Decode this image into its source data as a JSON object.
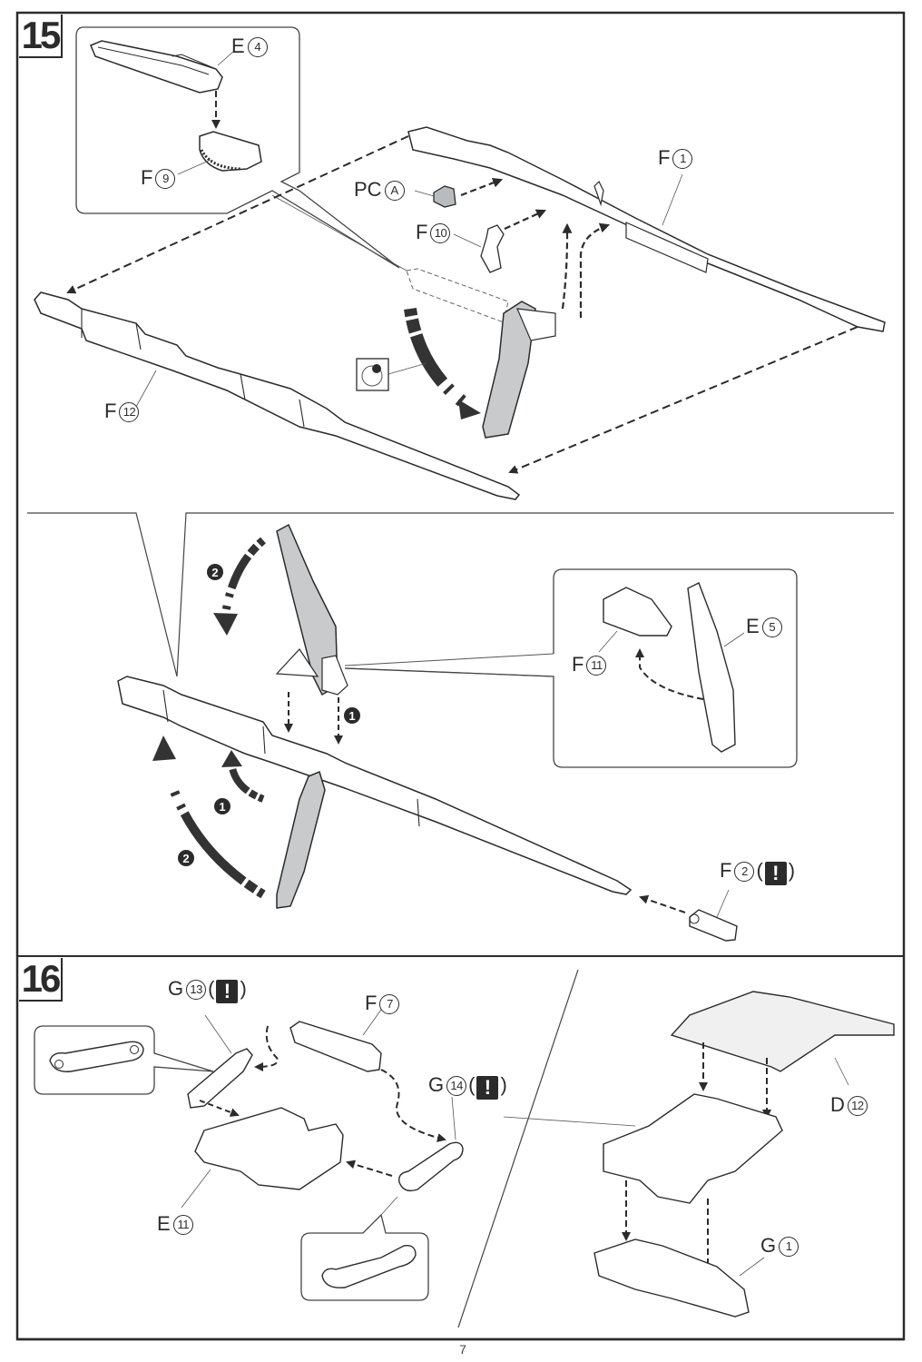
{
  "page": {
    "page_number": "7",
    "colors": {
      "line": "#2b2b2b",
      "gray_part": "#c8cacb",
      "arrow": "#333333",
      "background": "#ffffff"
    }
  },
  "steps": [
    {
      "number": "15",
      "callout_top": {
        "parts": [
          {
            "runner": "E",
            "num": "4"
          },
          {
            "runner": "F",
            "num": "9"
          }
        ]
      },
      "parts": [
        {
          "runner": "PC",
          "num": "A"
        },
        {
          "runner": "F",
          "num": "10"
        },
        {
          "runner": "F",
          "num": "1"
        },
        {
          "runner": "F",
          "num": "12"
        }
      ],
      "rotate_icon": "rotate-symbol-icon",
      "sub_assembly": {
        "markers": [
          "1",
          "2"
        ],
        "callout": {
          "parts": [
            {
              "runner": "F",
              "num": "11"
            },
            {
              "runner": "E",
              "num": "5"
            }
          ]
        },
        "parts": [
          {
            "runner": "F",
            "num": "2",
            "warning": "!"
          }
        ]
      }
    },
    {
      "number": "16",
      "parts": [
        {
          "runner": "G",
          "num": "13",
          "warning": "!"
        },
        {
          "runner": "F",
          "num": "7"
        },
        {
          "runner": "G",
          "num": "14",
          "warning": "!"
        },
        {
          "runner": "E",
          "num": "11"
        },
        {
          "runner": "D",
          "num": "12"
        },
        {
          "runner": "G",
          "num": "1"
        }
      ]
    }
  ]
}
